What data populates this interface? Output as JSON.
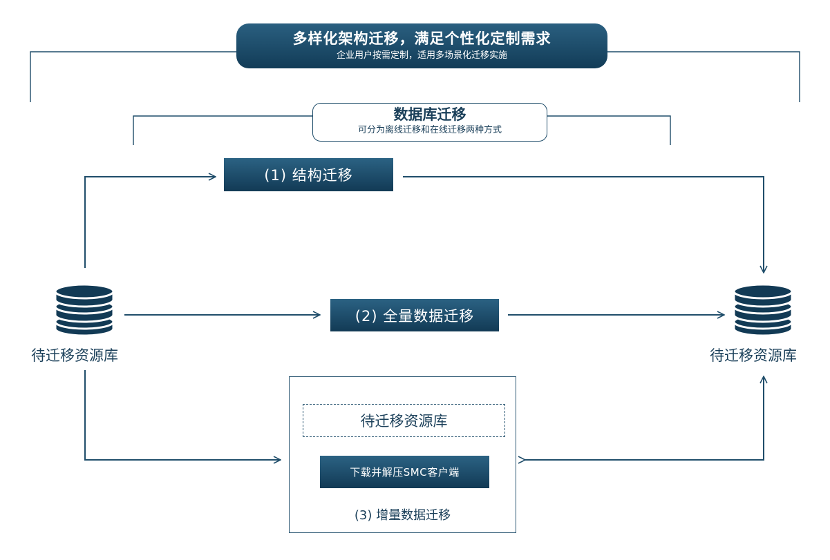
{
  "banner": {
    "title": "多样化架构迁移，满足个性化定制需求",
    "subtitle": "企业用户按需定制，适用多场景化迁移实施"
  },
  "db_migration": {
    "title": "数据库迁移",
    "subtitle": "可分为离线迁移和在线迁移两种方式"
  },
  "steps": {
    "structure": "(1) 结构迁移",
    "full": "(2) 全量数据迁移",
    "incremental": "(3) 增量数据迁移"
  },
  "source_db": {
    "label": "待迁移资源库",
    "icon": "database-icon"
  },
  "target_db": {
    "label": "待迁移资源库",
    "icon": "database-icon"
  },
  "incremental_box": {
    "inner_label": "待迁移资源库",
    "client_button": "下载并解压SMC客户端"
  },
  "colors": {
    "primary_dark": "#123a55",
    "primary": "#2b6283",
    "line": "#1f4d6a",
    "text": "#1a3f59"
  }
}
